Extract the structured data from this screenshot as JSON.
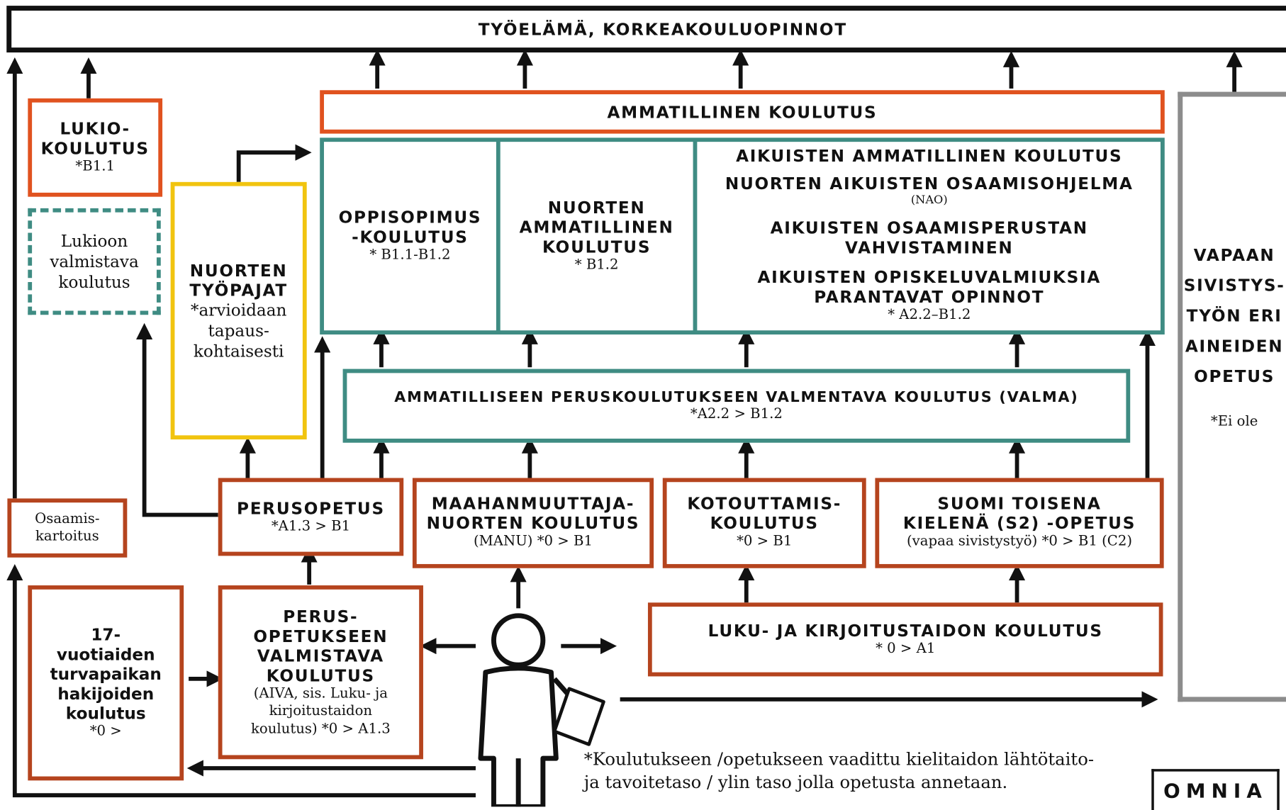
{
  "top_bar": {
    "title": "TYÖELÄMÄ, KORKEAKOULUOPINNOT"
  },
  "lukio": {
    "title_1": "LUKIO-",
    "title_2": "KOULUTUS",
    "level": "*B1.1"
  },
  "lukioon_valmistava": {
    "line_1": "Lukioon",
    "line_2": "valmistava",
    "line_3": "koulutus"
  },
  "tyopajat": {
    "title_1": "NUORTEN",
    "title_2": "TYÖPAJAT",
    "note_1": "*arvioidaan",
    "note_2": "tapaus-",
    "note_3": "kohtaisesti"
  },
  "ammatillinen": {
    "title": "AMMATILLINEN KOULUTUS"
  },
  "oppisopimus": {
    "title_1": "OPPISOPIMUS",
    "title_2": "-KOULUTUS",
    "level": "* B1.1-B1.2"
  },
  "nuorten_amm": {
    "title_1": "NUORTEN",
    "title_2": "AMMATILLINEN",
    "title_3": "KOULUTUS",
    "level": "* B1.2"
  },
  "aikuisten": {
    "line_1": "AIKUISTEN AMMATILLINEN KOULUTUS",
    "line_2": "NUORTEN AIKUISTEN OSAAMISOHJELMA",
    "line_2_note": "(NAO)",
    "line_3a": "AIKUISTEN OSAAMISPERUSTAN",
    "line_3b": "VAHVISTAMINEN",
    "line_4a": "AIKUISTEN OPISKELUVALMIUKSIA",
    "line_4b": "PARANTAVAT OPINNOT",
    "level": "* A2.2–B1.2"
  },
  "valma": {
    "title": "AMMATILLISEEN PERUSKOULUTUKSEEN VALMENTAVA KOULUTUS (VALMA)",
    "level": "*A2.2 > B1.2"
  },
  "vapaa": {
    "title_1": "VAPAAN",
    "title_2": "SIVISTYS-",
    "title_3": "TYÖN ERI",
    "title_4": "AINEIDEN",
    "title_5": "OPETUS",
    "level": "*Ei ole"
  },
  "osaamis": {
    "line_1": "Osaamis-",
    "line_2": "kartoitus"
  },
  "perusopetus": {
    "title": "PERUSOPETUS",
    "level": "*A1.3 > B1"
  },
  "manu": {
    "title_1": "MAAHANMUUTTAJA-",
    "title_2": "NUORTEN KOULUTUS",
    "level": "(MANU) *0 > B1"
  },
  "kotouttamis": {
    "title_1": "KOTOUTTAMIS-",
    "title_2": "KOULUTUS",
    "level": "*0 > B1"
  },
  "s2": {
    "title_1": "SUOMI TOISENA",
    "title_2": "KIELENÄ (S2) -OPETUS",
    "level": "(vapaa sivistystyö) *0 > B1 (C2)"
  },
  "turvapaikka": {
    "line_1": "17-",
    "line_2": "vuotiaiden",
    "line_3": "turvapaikan",
    "line_4": "hakijoiden",
    "line_5": "koulutus",
    "level": "*0 >"
  },
  "perus_valmistava": {
    "title_1": "PERUS-",
    "title_2": "OPETUKSEEN",
    "title_3": "VALMISTAVA",
    "title_4": "KOULUTUS",
    "note_1": "(AIVA, sis. Luku- ja",
    "note_2": "kirjoitustaidon",
    "note_3": "koulutus) *0 > A1.3"
  },
  "luku": {
    "title": "LUKU- JA KIRJOITUSTAIDON KOULUTUS",
    "level": "* 0 > A1"
  },
  "footnote": {
    "line_1": "*Koulutukseen /opetukseen vaadittu kielitaidon lähtötaito-",
    "line_2": "ja tavoitetaso / ylin taso jolla opetusta annetaan."
  },
  "logo": {
    "text": "OMNIA"
  },
  "colors": {
    "orange": "#e0521f",
    "brown": "#b5441e",
    "teal": "#3f8c83",
    "yellow": "#f1c40f",
    "grey": "#8c8c8c",
    "black": "#111111"
  },
  "icons": {
    "person": "person-holding-paper-icon"
  }
}
